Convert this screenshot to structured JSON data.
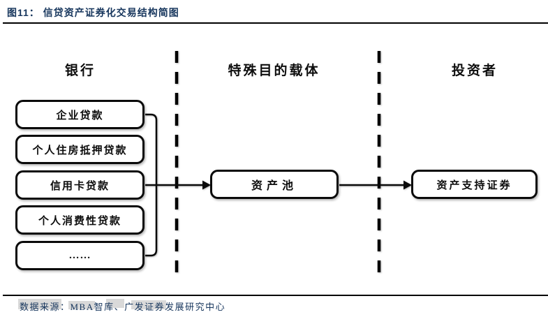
{
  "figure": {
    "title": "图11： 信贷资产证券化交易结构简图",
    "source": "数据来源：MBA智库、广发证券发展研究中心",
    "accent_color": "#17365d",
    "line_color": "#000000"
  },
  "diagram": {
    "columns": [
      {
        "label": "银行"
      },
      {
        "label": "特殊目的载体"
      },
      {
        "label": "投资者"
      }
    ],
    "bank_assets": [
      {
        "label": "企业贷款"
      },
      {
        "label": "个人住房抵押贷款"
      },
      {
        "label": "信用卡贷款"
      },
      {
        "label": "个人消费性贷款"
      },
      {
        "label": "……"
      }
    ],
    "pool_box": {
      "label": "资产池"
    },
    "security_box": {
      "label": "资产支持证券"
    }
  }
}
